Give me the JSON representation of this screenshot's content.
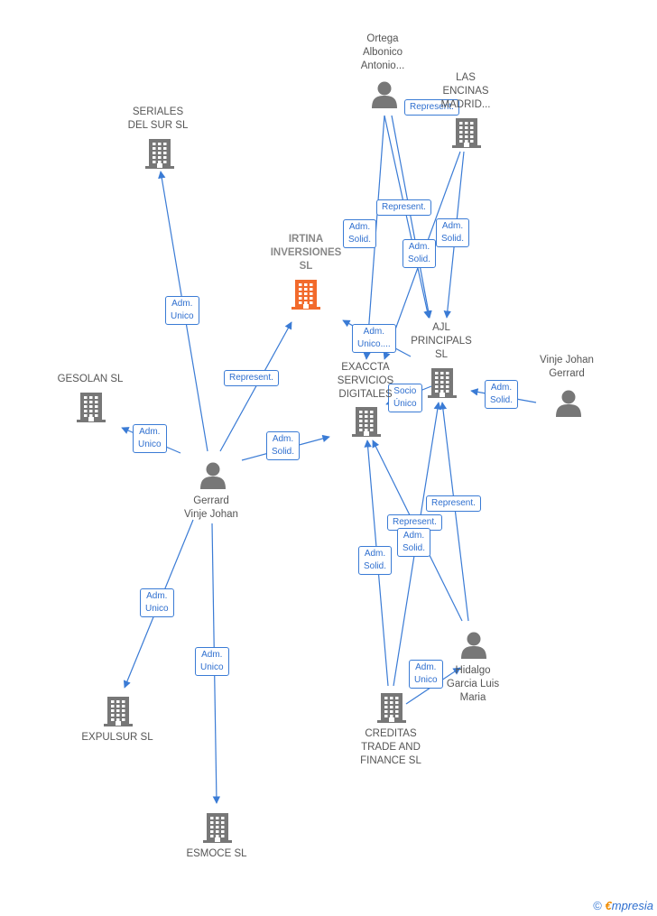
{
  "colors": {
    "edge": "#3a7bd5",
    "node": "#777777",
    "focus_node": "#f26a2c",
    "label_border": "#3a7bd5",
    "label_text": "#2f6fcf"
  },
  "nodes": [
    {
      "id": "irtina",
      "type": "company",
      "focus": true,
      "label": "IRTINA\nINVERSIONES\nSL"
    },
    {
      "id": "seriales",
      "type": "company",
      "label": "SERIALES\nDEL SUR SL"
    },
    {
      "id": "gesolan",
      "type": "company",
      "label": "GESOLAN SL"
    },
    {
      "id": "gerrard",
      "type": "person",
      "label": "Gerrard\nVinje Johan"
    },
    {
      "id": "expulsur",
      "type": "company",
      "label": "EXPULSUR  SL"
    },
    {
      "id": "esmoce",
      "type": "company",
      "label": "ESMOCE SL"
    },
    {
      "id": "ortega",
      "type": "person",
      "label": "Ortega\nAlbonico\nAntonio..."
    },
    {
      "id": "encinas",
      "type": "company",
      "label": "LAS\nENCINAS\nMADRID..."
    },
    {
      "id": "exaccta",
      "type": "company",
      "label": "EXACCTA\nSERVICIOS\nDIGITALES"
    },
    {
      "id": "ajl",
      "type": "company",
      "label": "AJL\nPRINCIPALS\nSL"
    },
    {
      "id": "vinje",
      "type": "person",
      "label": "Vinje Johan\nGerrard"
    },
    {
      "id": "hidalgo",
      "type": "person",
      "label": "Hidalgo\nGarcia Luis\nMaria"
    },
    {
      "id": "creditas",
      "type": "company",
      "label": "CREDITAS\nTRADE AND\nFINANCE  SL"
    }
  ],
  "edges": [
    {
      "from": "gerrard",
      "to": "seriales",
      "label": "Adm.\nUnico"
    },
    {
      "from": "gerrard",
      "to": "irtina",
      "label": "Represent."
    },
    {
      "from": "gerrard",
      "to": "gesolan",
      "label": "Adm.\nUnico"
    },
    {
      "from": "gerrard",
      "to": "exaccta",
      "label": "Adm.\nSolid."
    },
    {
      "from": "gerrard",
      "to": "expulsur",
      "label": "Adm.\nUnico"
    },
    {
      "from": "gerrard",
      "to": "esmoce",
      "label": "Adm.\nUnico"
    },
    {
      "from": "ortega",
      "to": "encinas",
      "label": "Adm.\nSolid."
    },
    {
      "from": "ortega",
      "to": "exaccta",
      "label": "Represent."
    },
    {
      "from": "ortega",
      "to": "ajl",
      "label": "Adm.\nSolid."
    },
    {
      "from": "encinas",
      "to": "exaccta",
      "label": "Represent."
    },
    {
      "from": "encinas",
      "to": "ajl",
      "label": "Adm.\nSolid."
    },
    {
      "from": "ajl",
      "to": "irtina",
      "label": "Adm.\nUnico...."
    },
    {
      "from": "ajl",
      "to": "exaccta",
      "label": "Socio\nÚnico"
    },
    {
      "from": "vinje",
      "to": "ajl",
      "label": "Adm.\nSolid."
    },
    {
      "from": "hidalgo",
      "to": "ajl",
      "label": "Represent."
    },
    {
      "from": "hidalgo",
      "to": "exaccta",
      "label": "Represent."
    },
    {
      "from": "creditas",
      "to": "exaccta",
      "label": "Adm.\nSolid."
    },
    {
      "from": "creditas",
      "to": "ajl",
      "label": "Adm.\nSolid."
    },
    {
      "from": "creditas",
      "to": "hidalgo",
      "label": "Adm.\nUnico"
    }
  ],
  "copyright": {
    "symbol": "©",
    "brand_initial": "€",
    "brand_rest": "mpresia"
  }
}
